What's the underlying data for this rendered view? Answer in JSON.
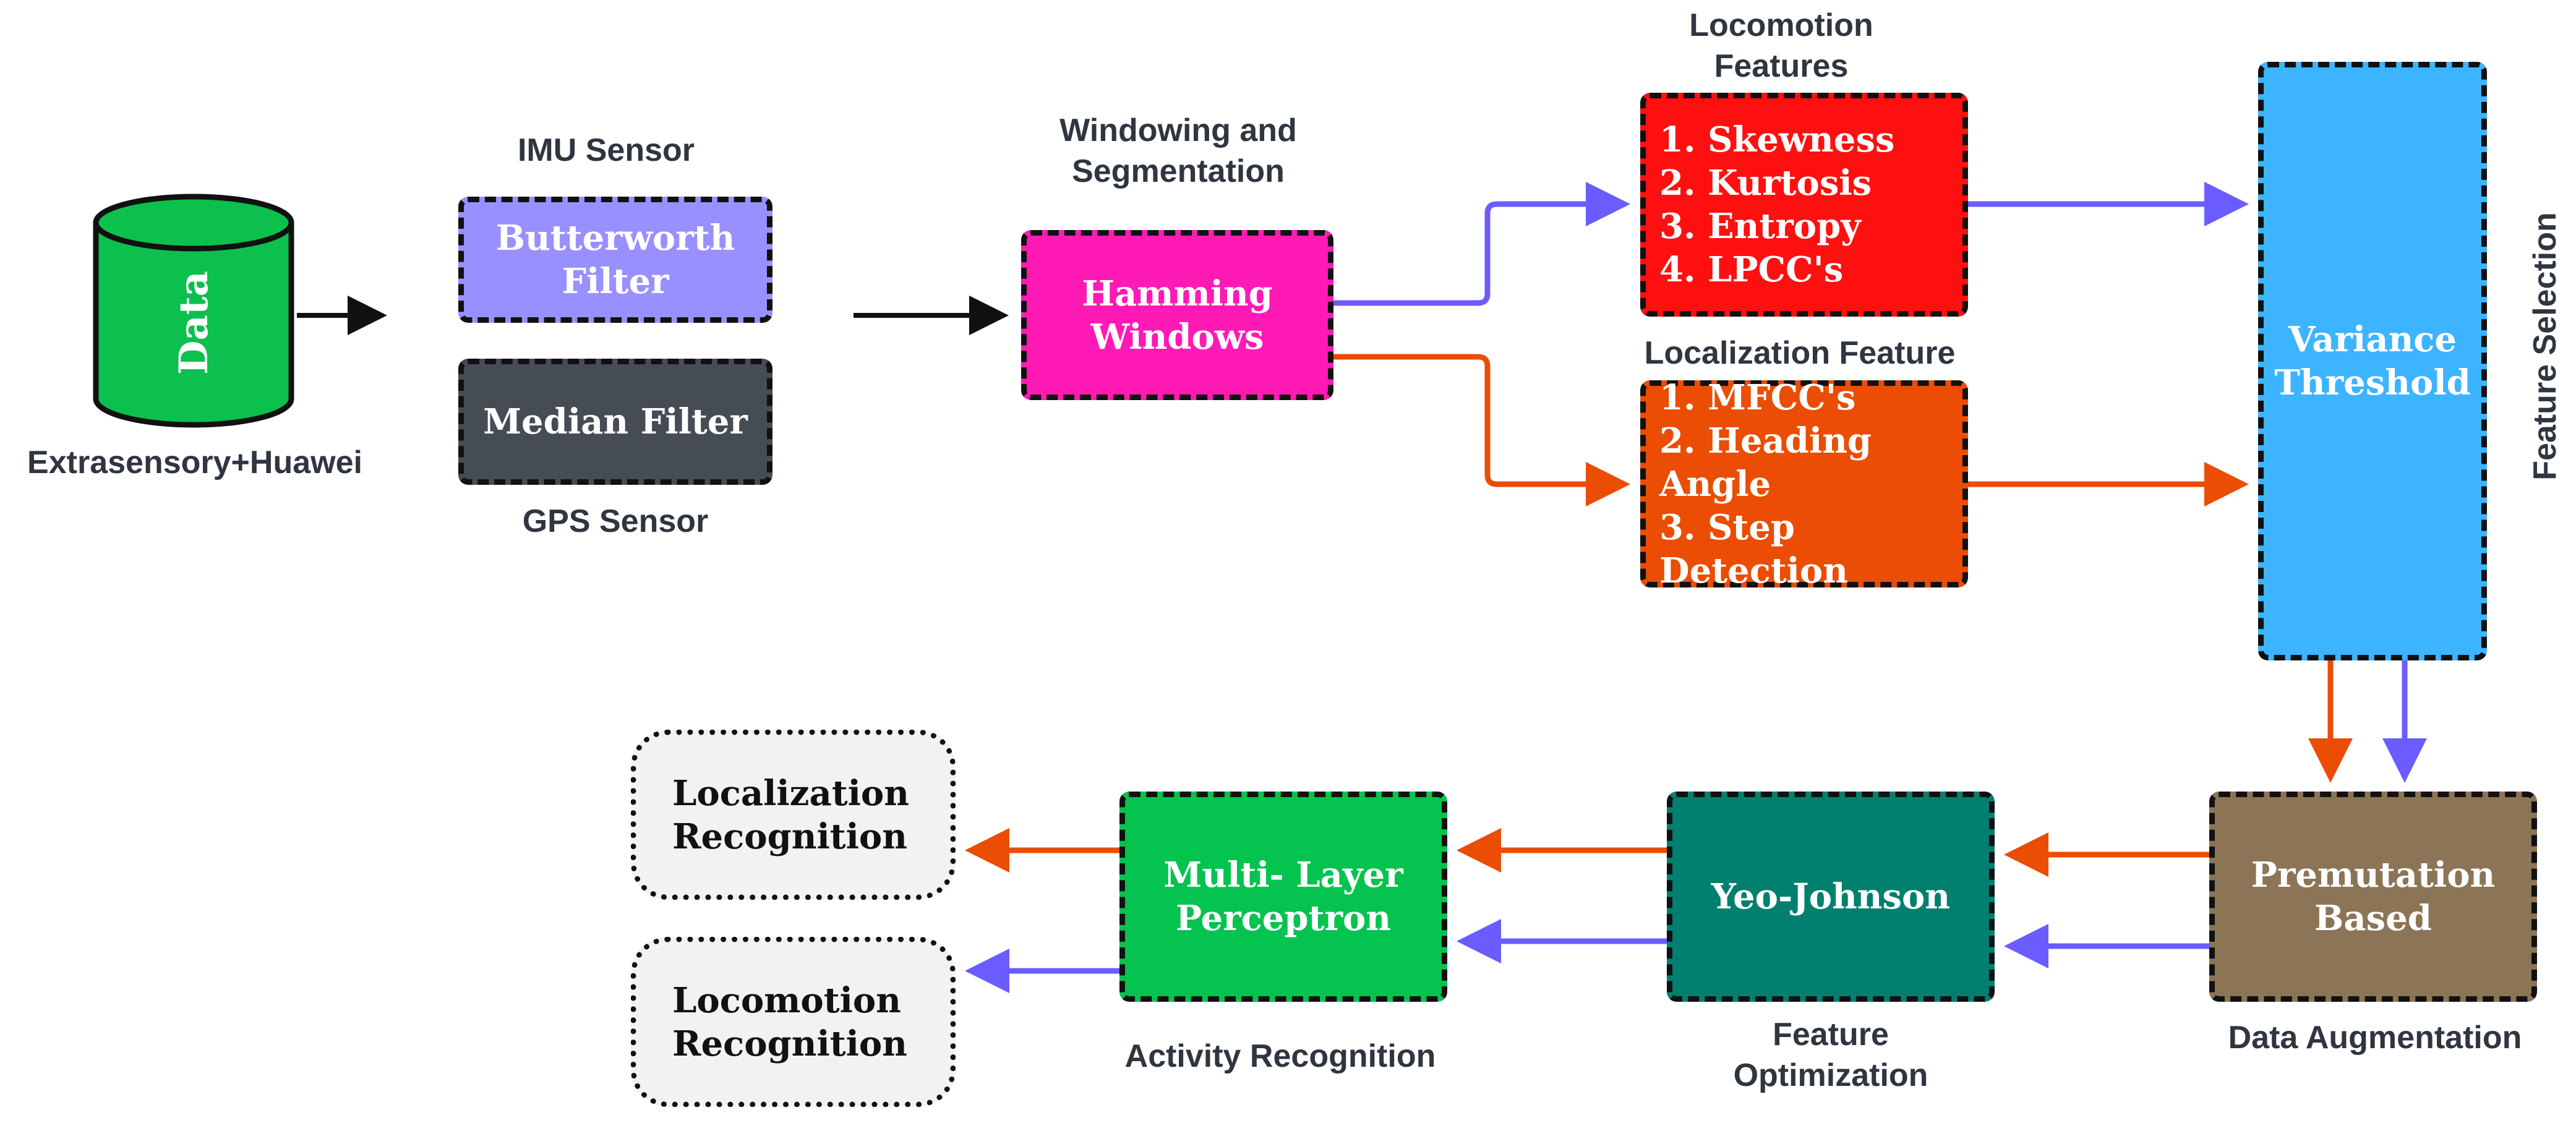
{
  "colors": {
    "data_green": "#0bc04d",
    "butterworth": "#9990ff",
    "median": "#464c54",
    "hamming": "#ff19b5",
    "locomotion": "#ff1010",
    "localization": "#ea4d03",
    "variance": "#3db4ff",
    "premutation": "#8c7456",
    "yeo": "#02806f",
    "mlp": "#05c34f",
    "output_bg": "#f1f2f4",
    "blue_arrow": "#6b5cff",
    "orange_arrow": "#ea4d03",
    "black_arrow": "#111111"
  },
  "data_cylinder": {
    "label": "Data",
    "caption": "Extrasensory+Huawei"
  },
  "preprocessing": {
    "imu_label": "IMU Sensor",
    "butterworth": "Butterworth\nFilter",
    "median": "Median Filter",
    "gps_label": "GPS Sensor"
  },
  "windowing": {
    "label": "Windowing and\nSegmentation",
    "box": "Hamming\nWindows"
  },
  "locomotion_features": {
    "label": "Locomotion\nFeatures",
    "items": [
      "1. Skewness",
      "2. Kurtosis",
      "3. Entropy",
      "4. LPCC's"
    ]
  },
  "localization_feature": {
    "label": "Localization Feature",
    "items": [
      "1. MFCC's",
      "2. Heading Angle",
      "3. Step Detection"
    ]
  },
  "feature_selection": {
    "box": "Variance\nThreshold",
    "label": "Feature Selection"
  },
  "data_augmentation": {
    "box": "Premutation\nBased",
    "label": "Data Augmentation"
  },
  "feature_optimization": {
    "box": "Yeo-Johnson",
    "label": "Feature\nOptimization"
  },
  "activity_recognition": {
    "box": "Multi- Layer\nPerceptron",
    "label": "Activity Recognition"
  },
  "outputs": {
    "localization": "Localization\nRecognition",
    "locomotion": "Locomotion\nRecognition"
  }
}
